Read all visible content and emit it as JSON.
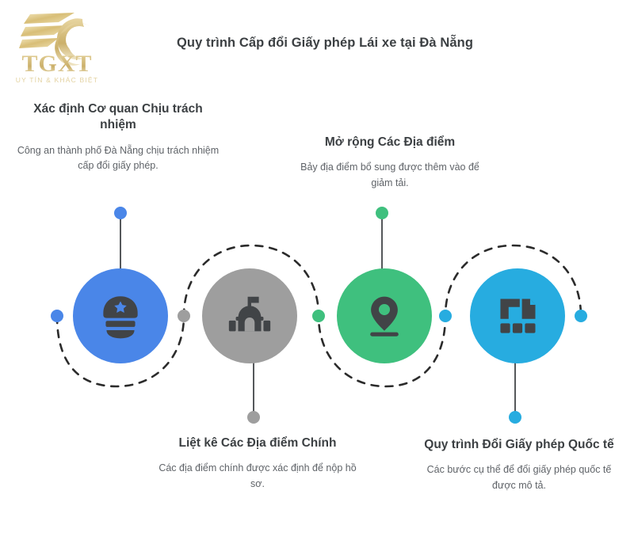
{
  "header": {
    "title": "Quy trình Cấp đổi Giấy phép Lái xe tại Đà Nẵng",
    "logo": {
      "wordmark": "TGXT",
      "tagline": "UY TÍN & KHÁC BIỆT",
      "icon_name": "tgxt-wing-logo",
      "color": "#e8d8a0",
      "color_dark": "#c9ad5f"
    }
  },
  "colors": {
    "step_1": "#4a86e8",
    "step_2": "#9e9e9e",
    "step_3": "#3fc07e",
    "step_4": "#27ace0",
    "icon_glyph": "#414447",
    "stem": "#55585b",
    "dashed_path": "#2b2b2b",
    "title_text": "#3c4043",
    "body_text": "#5f6368",
    "background": "#ffffff"
  },
  "steps": [
    {
      "id": "step-1",
      "title": "Xác định Cơ quan Chịu trách nhiệm",
      "description": "Công an thành phố Đà Nẵng chịu trách nhiệm cấp đổi giấy phép.",
      "icon_name": "police-cap-icon",
      "color": "#4a86e8",
      "label_position": "above"
    },
    {
      "id": "step-2",
      "title": "Liệt kê Các Địa điểm Chính",
      "description": "Các địa điểm chính được xác định để nộp hồ sơ.",
      "icon_name": "government-building-icon",
      "color": "#9e9e9e",
      "label_position": "below"
    },
    {
      "id": "step-3",
      "title": "Mở rộng Các Địa điểm",
      "description": "Bảy địa điểm bổ sung được thêm vào để giảm tải.",
      "icon_name": "map-pin-icon",
      "color": "#3fc07e",
      "label_position": "above"
    },
    {
      "id": "step-4",
      "title": "Quy trình Đổi Giấy phép Quốc tế",
      "description": "Các bước cụ thể để đổi giấy phép quốc tế được mô tả.",
      "icon_name": "document-file-icon",
      "color": "#27ace0",
      "label_position": "below"
    }
  ],
  "path": {
    "style": "dashed",
    "shape": "serpentine-wave",
    "endpoint_dots": [
      {
        "name": "path-start-dot",
        "color": "#4a86e8"
      },
      {
        "name": "path-junction-dot-1",
        "color": "#9e9e9e"
      },
      {
        "name": "path-junction-dot-2",
        "color": "#3fc07e"
      },
      {
        "name": "path-junction-dot-3",
        "color": "#27ace0"
      },
      {
        "name": "path-end-dot",
        "color": "#27ace0"
      }
    ]
  }
}
